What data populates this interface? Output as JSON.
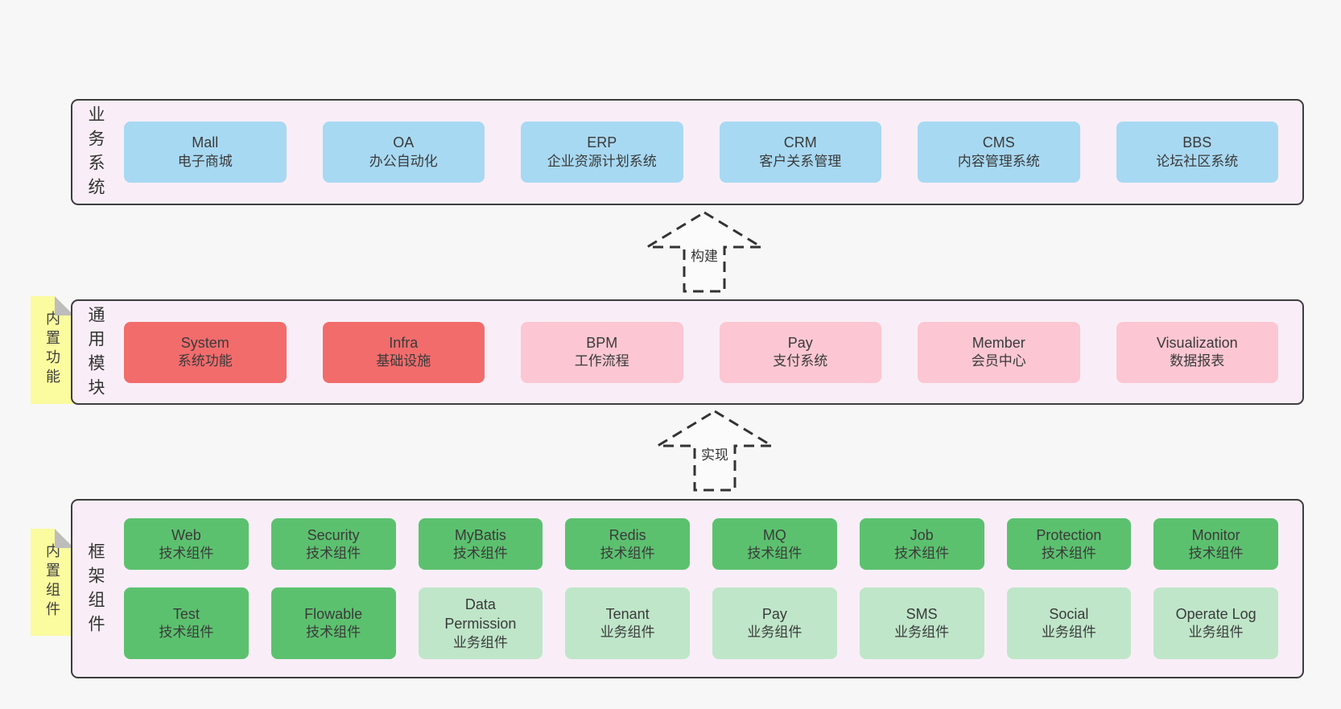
{
  "colors": {
    "page_bg": "#f7f7f7",
    "layer_bg": "#f9eef7",
    "layer_border": "#3d3d3d",
    "blue_box": "#a8d9f2",
    "red_box": "#f26c6c",
    "pink_box": "#fcc7d2",
    "green_box": "#5cc16f",
    "light_green_box": "#bfe6c9",
    "sticky_note": "#fbfb9f",
    "note_fold": "#bdbdbd"
  },
  "arrows": [
    {
      "label": "构建"
    },
    {
      "label": "实现"
    }
  ],
  "layers": [
    {
      "label": "业务系统",
      "boxes": [
        {
          "title": "Mall",
          "subtitle": "电子商城",
          "variant": "blue"
        },
        {
          "title": "OA",
          "subtitle": "办公自动化",
          "variant": "blue"
        },
        {
          "title": "ERP",
          "subtitle": "企业资源计划系统",
          "variant": "blue"
        },
        {
          "title": "CRM",
          "subtitle": "客户关系管理",
          "variant": "blue"
        },
        {
          "title": "CMS",
          "subtitle": "内容管理系统",
          "variant": "blue"
        },
        {
          "title": "BBS",
          "subtitle": "论坛社区系统",
          "variant": "blue"
        }
      ]
    },
    {
      "label": "通用模块",
      "note": "内置功能",
      "boxes": [
        {
          "title": "System",
          "subtitle": "系统功能",
          "variant": "red"
        },
        {
          "title": "Infra",
          "subtitle": "基础设施",
          "variant": "red"
        },
        {
          "title": "BPM",
          "subtitle": "工作流程",
          "variant": "pink"
        },
        {
          "title": "Pay",
          "subtitle": "支付系统",
          "variant": "pink"
        },
        {
          "title": "Member",
          "subtitle": "会员中心",
          "variant": "pink"
        },
        {
          "title": "Visualization",
          "subtitle": "数据报表",
          "variant": "pink"
        }
      ]
    },
    {
      "label": "框架组件",
      "note": "内置组件",
      "rows": [
        [
          {
            "title": "Web",
            "subtitle": "技术组件",
            "variant": "green"
          },
          {
            "title": "Security",
            "subtitle": "技术组件",
            "variant": "green"
          },
          {
            "title": "MyBatis",
            "subtitle": "技术组件",
            "variant": "green"
          },
          {
            "title": "Redis",
            "subtitle": "技术组件",
            "variant": "green"
          },
          {
            "title": "MQ",
            "subtitle": "技术组件",
            "variant": "green"
          },
          {
            "title": "Job",
            "subtitle": "技术组件",
            "variant": "green"
          },
          {
            "title": "Protection",
            "subtitle": "技术组件",
            "variant": "green"
          },
          {
            "title": "Monitor",
            "subtitle": "技术组件",
            "variant": "green"
          }
        ],
        [
          {
            "title": "Test",
            "subtitle": "技术组件",
            "variant": "green"
          },
          {
            "title": "Flowable",
            "subtitle": "技术组件",
            "variant": "green"
          },
          {
            "title": "Data Permission",
            "subtitle": "业务组件",
            "variant": "lightgreen"
          },
          {
            "title": "Tenant",
            "subtitle": "业务组件",
            "variant": "lightgreen"
          },
          {
            "title": "Pay",
            "subtitle": "业务组件",
            "variant": "lightgreen"
          },
          {
            "title": "SMS",
            "subtitle": "业务组件",
            "variant": "lightgreen"
          },
          {
            "title": "Social",
            "subtitle": "业务组件",
            "variant": "lightgreen"
          },
          {
            "title": "Operate Log",
            "subtitle": "业务组件",
            "variant": "lightgreen"
          }
        ]
      ]
    }
  ]
}
